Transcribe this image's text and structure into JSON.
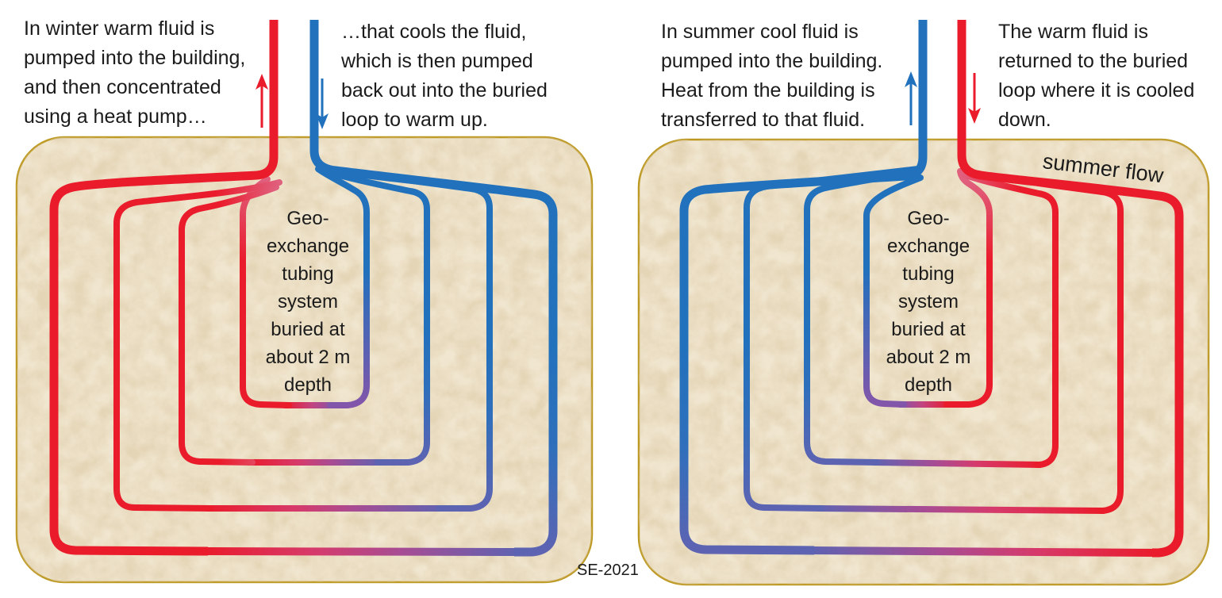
{
  "title": "Geo-exchange tubing system seasonal flow diagram",
  "colors": {
    "warm_red": "#EA1B2B",
    "cool_blue": "#2171BD",
    "purple_mid": "#A84C93",
    "ground_fill": "#F1E7D1",
    "ground_border": "#BD9820",
    "text": "#1b1b1b"
  },
  "captions": {
    "winter_in_lines": [
      "In winter warm fluid is",
      "pumped into the building,",
      "and then concentrated",
      "using a heat pump…"
    ],
    "winter_out_lines": [
      "…that cools the fluid,",
      "which is then pumped",
      "back out into the buried",
      "loop to warm up."
    ],
    "summer_in_lines": [
      "In summer cool fluid is",
      "pumped into the building.",
      "Heat from the building is",
      "transferred to that fluid."
    ],
    "summer_out_lines": [
      "The warm fluid is",
      "returned to the buried",
      "loop where it is cooled",
      "down."
    ]
  },
  "loop_label_lines": [
    "Geo-",
    "exchange",
    "tubing",
    "system",
    "buried at",
    "about 2 m",
    "depth"
  ],
  "summer_flow_tag": "summer flow",
  "credit": "SE-2021"
}
